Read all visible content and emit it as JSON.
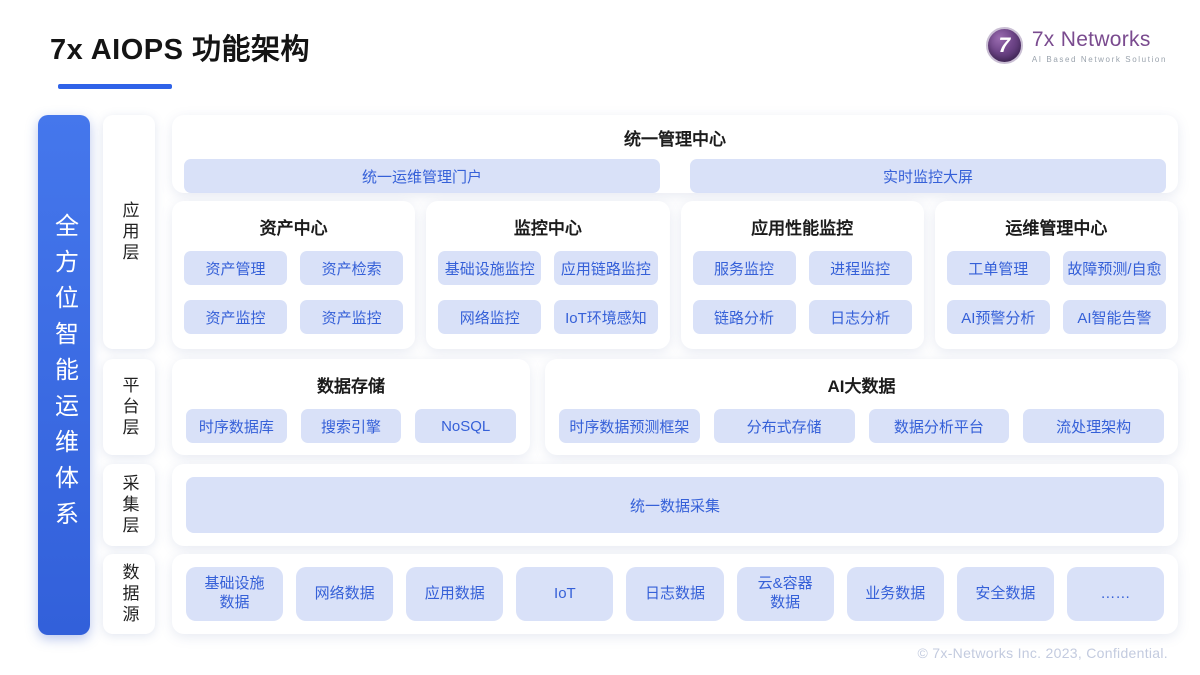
{
  "header": {
    "title": "7x AIOPS 功能架构",
    "logo": {
      "mark": "7",
      "brand": "7x Networks",
      "tagline": "AI Based Network Solution"
    }
  },
  "sidebar": {
    "banner": "全方位智能运维体系",
    "layers": [
      {
        "label": "应用层"
      },
      {
        "label": "平台层"
      },
      {
        "label": "采集层"
      },
      {
        "label": "数据源"
      }
    ]
  },
  "diagram": {
    "management": {
      "title": "统一管理中心",
      "buttons": [
        "统一运维管理门户",
        "实时监控大屏"
      ]
    },
    "centers": [
      {
        "title": "资产中心",
        "buttons": [
          "资产管理",
          "资产检索",
          "资产监控",
          "资产监控"
        ]
      },
      {
        "title": "监控中心",
        "buttons": [
          "基础设施监控",
          "应用链路监控",
          "网络监控",
          "IoT环境感知"
        ]
      },
      {
        "title": "应用性能监控",
        "buttons": [
          "服务监控",
          "进程监控",
          "链路分析",
          "日志分析"
        ]
      },
      {
        "title": "运维管理中心",
        "buttons": [
          "工单管理",
          "故障预测/自愈",
          "AI预警分析",
          "AI智能告警"
        ]
      }
    ],
    "platform": [
      {
        "title": "数据存储",
        "buttons": [
          "时序数据库",
          "搜索引擎",
          "NoSQL"
        ]
      },
      {
        "title": "AI大数据",
        "buttons": [
          "时序数据预测框架",
          "分布式存储",
          "数据分析平台",
          "流处理架构"
        ]
      }
    ],
    "collection": {
      "button": "统一数据采集"
    },
    "sources": [
      "基础设施\n数据",
      "网络数据",
      "应用数据",
      "IoT",
      "日志数据",
      "云&容器\n数据",
      "业务数据",
      "安全数据",
      "……"
    ]
  },
  "footer": {
    "copyright": "© 7x-Networks Inc. 2023, Confidential."
  },
  "colors": {
    "accent_blue": "#2F63E8",
    "banner_blue": "#3B6BE0",
    "chip_bg": "#D9E1F8",
    "chip_text": "#3560D8",
    "brand_purple": "#7A4B8F"
  }
}
